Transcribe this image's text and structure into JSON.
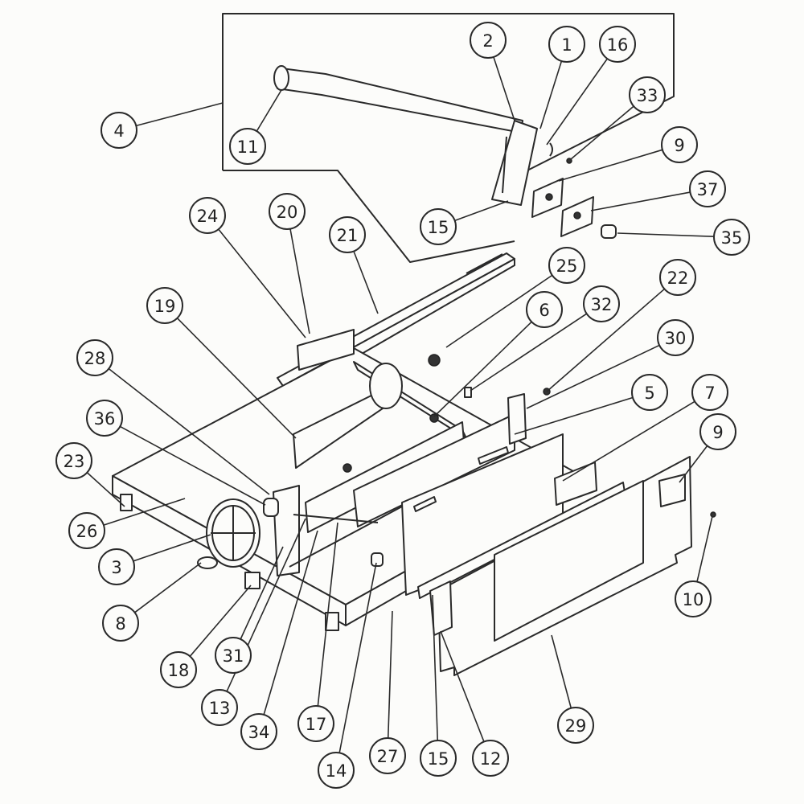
{
  "diagram": {
    "type": "exploded parts diagram",
    "callouts": [
      "1",
      "2",
      "16",
      "33",
      "4",
      "11",
      "9",
      "37",
      "15",
      "35",
      "24",
      "20",
      "21",
      "25",
      "22",
      "19",
      "32",
      "6",
      "30",
      "28",
      "5",
      "7",
      "36",
      "23",
      "9",
      "26",
      "3",
      "10",
      "8",
      "18",
      "31",
      "13",
      "34",
      "17",
      "29",
      "14",
      "27",
      "15",
      "12"
    ]
  }
}
